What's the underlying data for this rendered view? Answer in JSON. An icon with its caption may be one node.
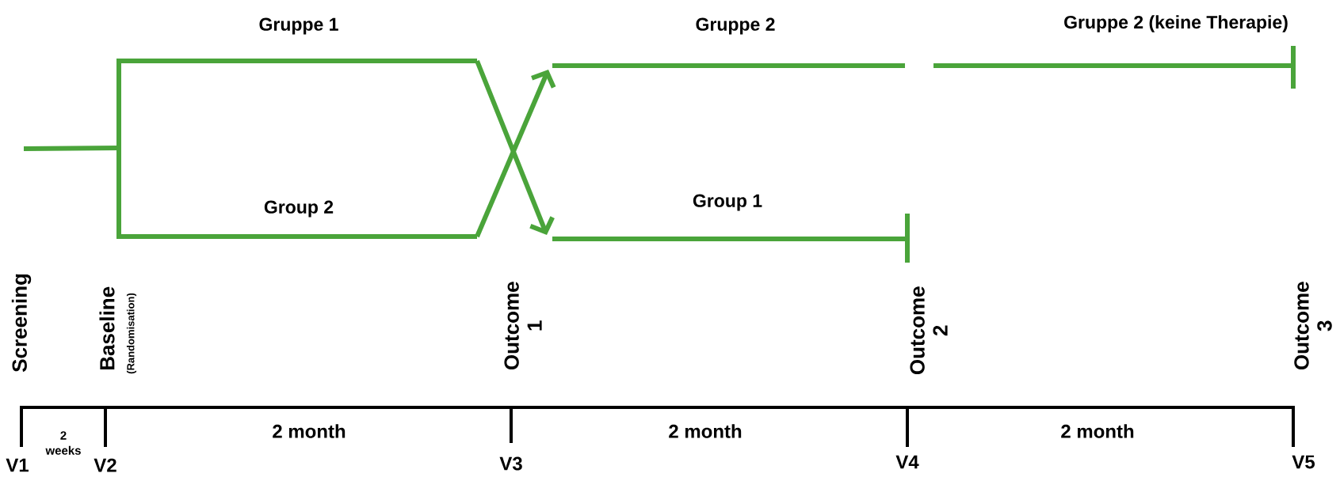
{
  "diagram": {
    "labels": [
      "Gruppe 1",
      "Gruppe 2",
      "Gruppe 2 (keine Therapie)",
      "Group 2",
      "Group 1",
      "Screening",
      "Baseline",
      "(Randomisation)",
      "Outcome 1",
      "Outcome 2",
      "Outcome 3",
      "2 weeks",
      "2 month",
      "2 month",
      "2 month",
      "V1",
      "V2",
      "V3",
      "V4",
      "V5"
    ]
  }
}
